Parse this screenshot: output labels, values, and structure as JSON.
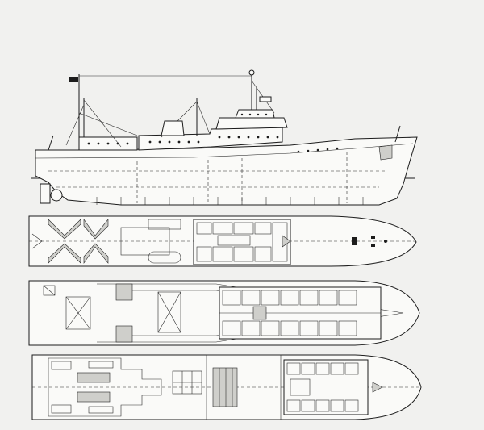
{
  "drawing": {
    "views": [
      {
        "key": "profile",
        "kind": "side elevation"
      },
      {
        "key": "upper_deck",
        "kind": "plan"
      },
      {
        "key": "main_deck",
        "kind": "plan"
      },
      {
        "key": "lower_deck",
        "kind": "plan"
      }
    ],
    "colors": {
      "paper": "#f1f1ef",
      "ink": "#1c1c1c",
      "shade": "#cfcfcb"
    }
  }
}
